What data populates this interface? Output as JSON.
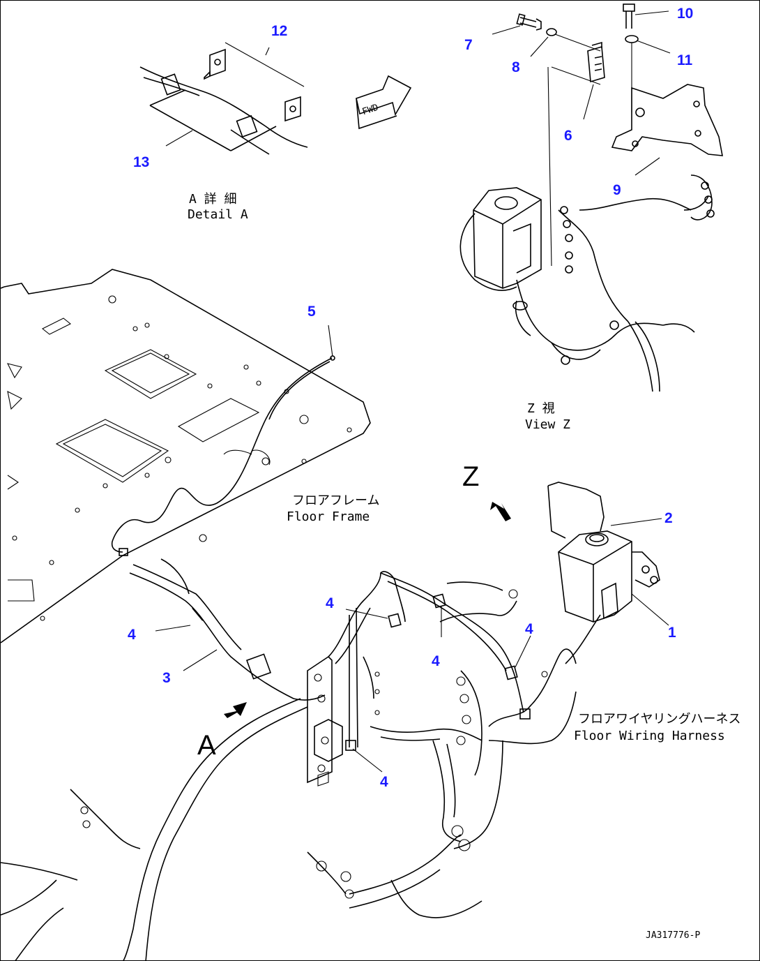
{
  "callouts": {
    "c1": "1",
    "c2": "2",
    "c3": "3",
    "c4a": "4",
    "c4b": "4",
    "c4c": "4",
    "c4d": "4",
    "c4e": "4",
    "c5": "5",
    "c6": "6",
    "c7": "7",
    "c8": "8",
    "c9": "9",
    "c10": "10",
    "c11": "11",
    "c12": "12",
    "c13": "13"
  },
  "captions": {
    "detail_a_jp": "A 詳 細",
    "detail_a_en": "Detail A",
    "view_z_jp": "Z 視",
    "view_z_en": "View Z",
    "floor_frame_jp": "フロアフレーム",
    "floor_frame_en": "Floor Frame",
    "floor_harness_jp": "フロアワイヤリングハーネス",
    "floor_harness_en": "Floor Wiring Harness",
    "fwd": "FWD"
  },
  "view_markers": {
    "a": "A",
    "z": "Z"
  },
  "drawing_id": "JA317776-P",
  "colors": {
    "callout": "#1a1aff",
    "line": "#000000"
  }
}
